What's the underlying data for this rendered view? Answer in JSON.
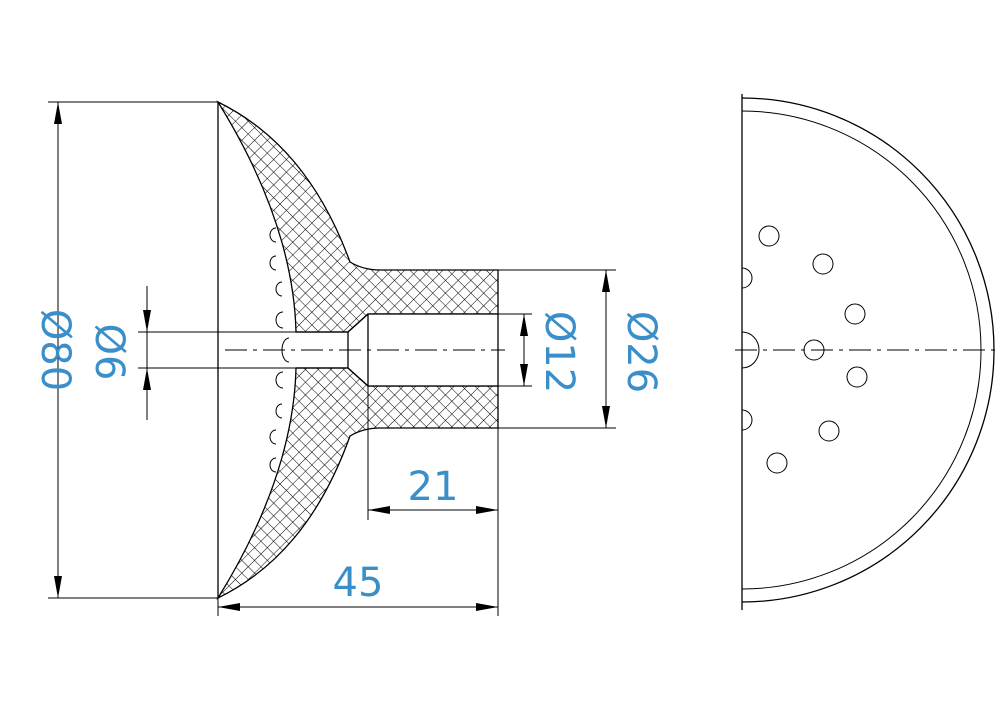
{
  "dimensions": {
    "outer_diameter": "Ø80",
    "hole_diameter": "Ø6",
    "bore_diameter": "Ø12",
    "hub_diameter": "Ø26",
    "bore_depth": "21",
    "overall_length": "45"
  },
  "colors": {
    "dimension_text": "#3a8fc9",
    "lines": "#000000"
  }
}
